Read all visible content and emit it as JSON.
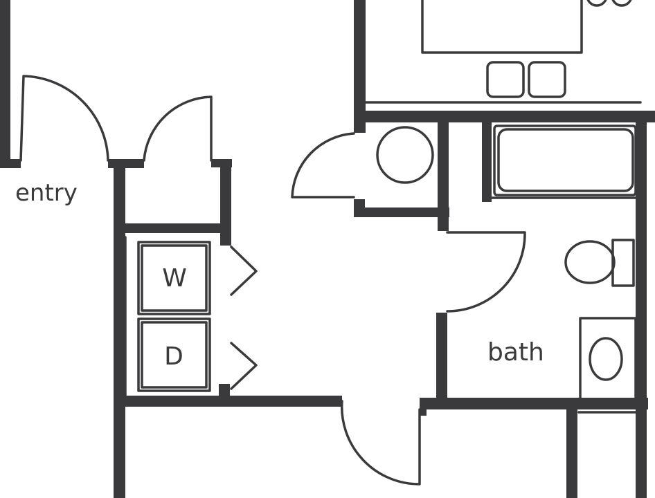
{
  "rooms": {
    "entry": "entry",
    "bath": "bath",
    "washer": "W",
    "dryer": "D"
  },
  "colors": {
    "line": "#3a3a3c",
    "background": "#ffffff"
  }
}
